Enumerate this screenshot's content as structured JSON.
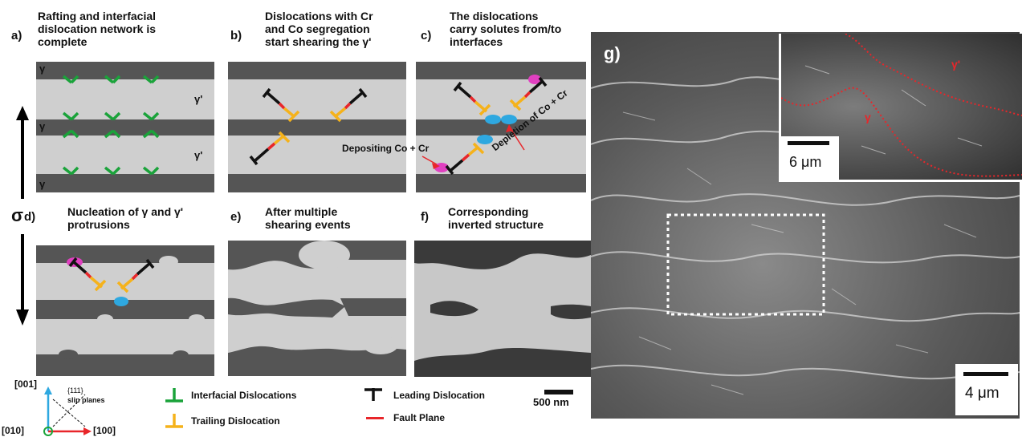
{
  "panels": {
    "a": {
      "label": "a)",
      "title_lines": [
        "Rafting and interfacial",
        "dislocation network is",
        "complete"
      ]
    },
    "b": {
      "label": "b)",
      "title_lines": [
        "Dislocations with Cr",
        "and Co segregation",
        "start shearing the γ'"
      ]
    },
    "c": {
      "label": "c)",
      "title_lines": [
        "The dislocations",
        "carry solutes from/to",
        "interfaces"
      ]
    },
    "d": {
      "label": "d)",
      "title_lines": [
        "Nucleation of γ and γ'",
        "protrusions"
      ]
    },
    "e": {
      "label": "e)",
      "title_lines": [
        "After multiple",
        "shearing events"
      ]
    },
    "f": {
      "label": "f)",
      "title_lines": [
        "Corresponding",
        "inverted structure"
      ]
    },
    "g": {
      "label": "g)"
    }
  },
  "phase_labels": {
    "gamma": "γ",
    "gamma_prime": "γ'"
  },
  "stress_label": "σ",
  "annotations": {
    "depositing": "Depositing Co + Cr",
    "depletion": "Depletion of Co + Cr"
  },
  "scale_bars": {
    "f": "500 nm",
    "g_inset": "6 μm",
    "g_main": "4 μm"
  },
  "inset_labels": {
    "gamma_prime": "γ'",
    "gamma": "γ"
  },
  "axes": {
    "x": "[100]",
    "y": "[001]",
    "z": "[010]",
    "slip": "{111}",
    "slip2": "slip planes"
  },
  "legend": {
    "interfacial": "Interfacial Dislocations",
    "trailing": "Trailing Dislocation",
    "leading": "Leading Dislocation",
    "fault": "Fault Plane"
  },
  "colors": {
    "gamma_band": "#555555",
    "gamma_prime": "#cfcfcf",
    "interfacial": "#1aa33a",
    "trailing": "#f5b21b",
    "leading": "#111111",
    "fault": "#e8262a",
    "co_cr_deposit": "#e040c0",
    "depletion": "#2ea8e0"
  }
}
